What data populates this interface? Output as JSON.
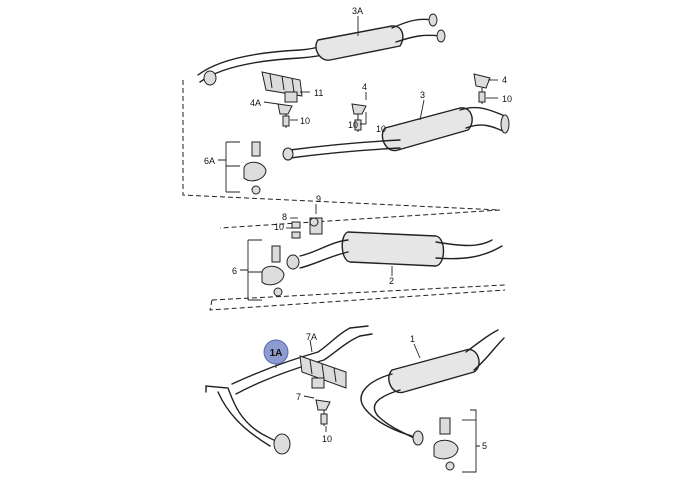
{
  "labels": {
    "l3A": "3A",
    "l11": "11",
    "l4A": "4A",
    "l10a": "10",
    "l4a": "4",
    "l10b": "10",
    "l10c": "10",
    "l3": "3",
    "l4b": "4",
    "l10d": "10",
    "l6A": "6A",
    "l9": "9",
    "l8": "8",
    "l10e": "10",
    "l2": "2",
    "l6": "6",
    "l7A": "7A",
    "l1": "1",
    "l7": "7",
    "l10f": "10",
    "l5": "5"
  },
  "badge": {
    "text": "1A",
    "color": "#8d9bd0"
  }
}
